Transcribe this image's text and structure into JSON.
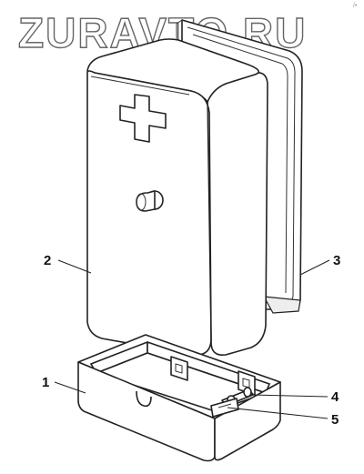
{
  "watermark": {
    "text": "ZURAVTO.RU",
    "corner_mark": "/•"
  },
  "callouts": [
    {
      "id": "1",
      "label": "1",
      "part": "base tray"
    },
    {
      "id": "2",
      "label": "2",
      "part": "case body"
    },
    {
      "id": "3",
      "label": "3",
      "part": "back panel"
    },
    {
      "id": "4",
      "label": "4",
      "part": "hinge pin"
    },
    {
      "id": "5",
      "label": "5",
      "part": "hinge bracket"
    }
  ],
  "icons": {
    "cross": "medical-cross-icon",
    "latch": "latch-button-icon"
  },
  "colors": {
    "ink": "#222222",
    "paper": "#ffffff"
  }
}
